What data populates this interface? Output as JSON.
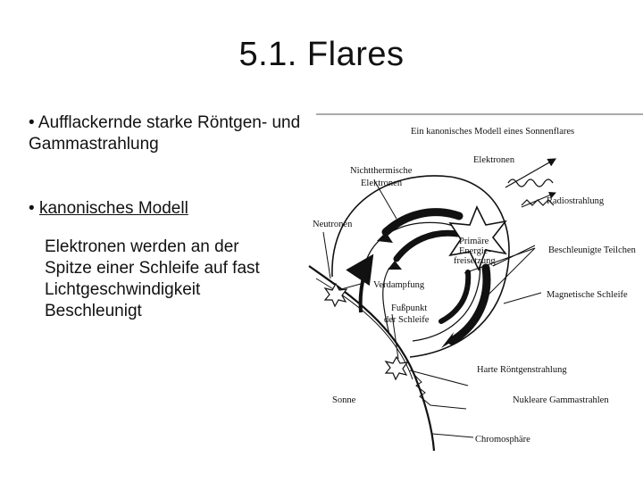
{
  "slide": {
    "title": "5.1. Flares",
    "bullets": [
      {
        "marker": "•",
        "text": "Aufflackernde starke Röntgen- und Gammastrahlung"
      },
      {
        "marker": "•",
        "text": "kanonisches Modell "
      }
    ],
    "subtext_lines": [
      "Elektronen werden an der",
      "Spitze einer Schleife auf fast",
      "Lichtgeschwindigkeit",
      "Beschleunigt"
    ]
  },
  "figure": {
    "title": "Ein kanonisches Modell eines Sonnenflares",
    "labels": {
      "elektronen": "Elektronen",
      "nichtthermische_1": "Nichtthermische",
      "nichtthermische_2": "Elektronen",
      "radiostrahlung": "Radiostrahlung",
      "neutronen": "Neutronen",
      "primaere_1": "Primäre",
      "primaere_2": "Energie-",
      "primaere_3": "freisetzung",
      "beschleunigte": "Beschleunigte Teilchen",
      "verdampfung": "Verdampfung",
      "magnetische": "Magnetische Schleife",
      "fusspunkt_1": "Fußpunkt",
      "fusspunkt_2": "der Schleife",
      "harte": "Harte Röntgenstrahlung",
      "sonne": "Sonne",
      "nukleare": "Nukleare Gammastrahlen",
      "chromosphaere": "Chromosphäre"
    }
  }
}
